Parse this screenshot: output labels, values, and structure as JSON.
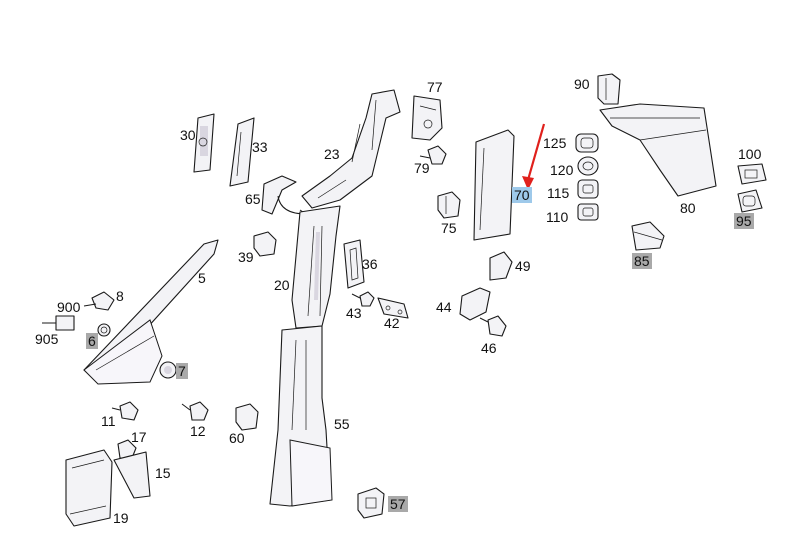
{
  "callouts": {
    "c30": "30",
    "c33": "33",
    "c23": "23",
    "c77": "77",
    "c79": "79",
    "c90": "90",
    "c125": "125",
    "c120": "120",
    "c115": "115",
    "c110": "110",
    "c80": "80",
    "c100": "100",
    "c95": "95",
    "c70": "70",
    "c75": "75",
    "c65": "65",
    "c39": "39",
    "c36": "36",
    "c20": "20",
    "c5": "5",
    "c49": "49",
    "c85": "85",
    "c8": "8",
    "c900": "900",
    "c905": "905",
    "c6": "6",
    "c43": "43",
    "c42": "42",
    "c44": "44",
    "c46": "46",
    "c7": "7",
    "c11": "11",
    "c12": "12",
    "c60": "60",
    "c55": "55",
    "c17": "17",
    "c15": "15",
    "c19": "19",
    "c57": "57"
  },
  "highlighted": {
    "gray": [
      "6",
      "7",
      "57",
      "85",
      "95"
    ],
    "blue": [
      "70"
    ]
  },
  "arrow_target": "70",
  "colors": {
    "arrow": "#e0201c",
    "highlight_gray": "#a9a9a9",
    "highlight_blue": "#9ec9ea"
  }
}
